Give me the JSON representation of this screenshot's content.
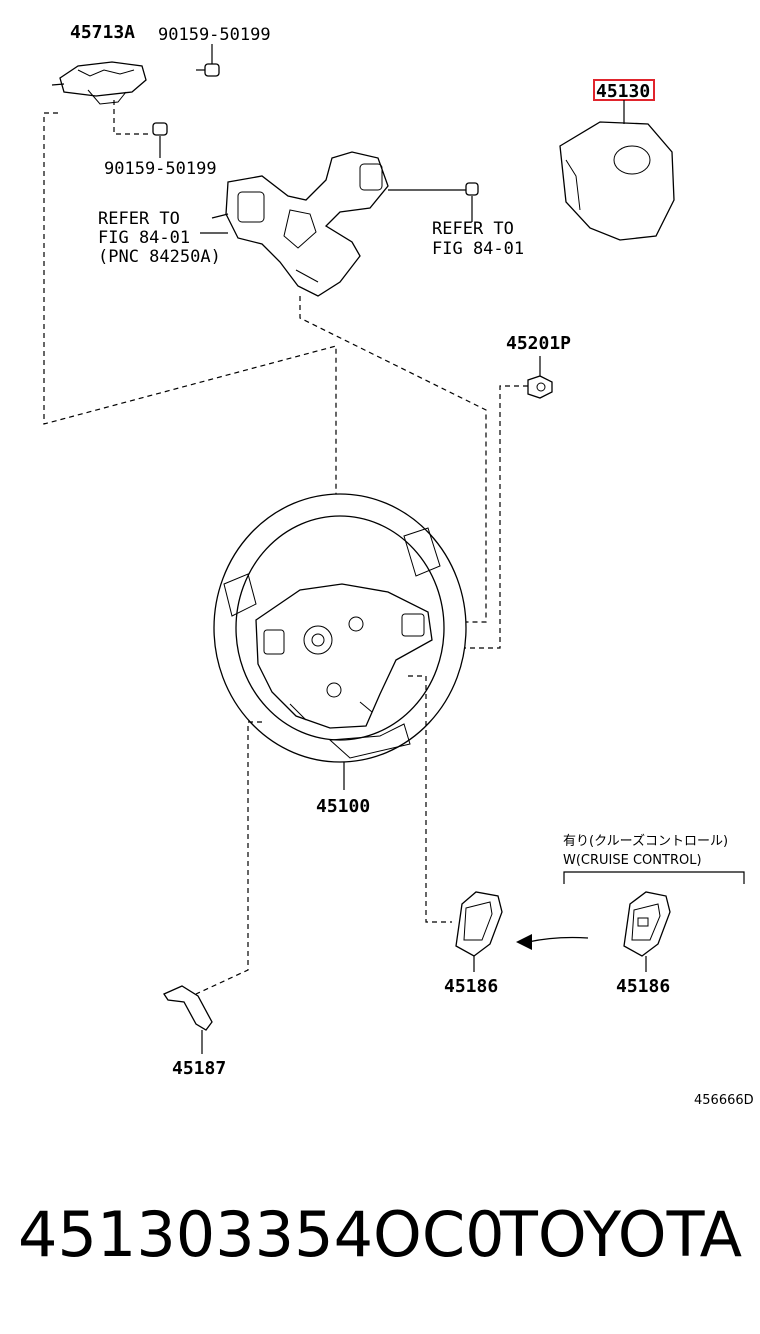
{
  "labels": {
    "p45713a": "45713A",
    "bolt_top": "90159-50199",
    "bolt_mid": "90159-50199",
    "refer_left_1": "REFER TO",
    "refer_left_2": "FIG 84-01",
    "refer_left_3": "(PNC 84250A)",
    "refer_right_1": "REFER TO",
    "refer_right_2": "FIG 84-01",
    "p45130": "45130",
    "p45201p": "45201P",
    "p45100": "45100",
    "cruise_jp": "有り(クルーズコントロール)",
    "cruise_en": "W(CRUISE CONTROL)",
    "p45186_left": "45186",
    "p45186_right": "45186",
    "p45187": "45187",
    "diagram_code": "456666D"
  },
  "footer": {
    "part_number": "451303354OC0",
    "brand": "TOYOTA"
  },
  "highlight_color": "#e0242c"
}
